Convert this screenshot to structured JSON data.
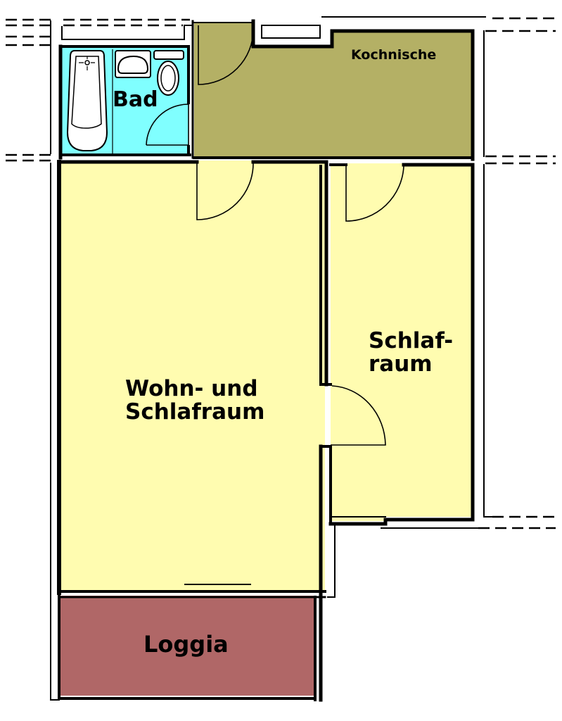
{
  "plan": {
    "colors": {
      "bad": "#80FFFF",
      "kochnische": "#B4B065",
      "wohnraum": "#FFFCB0",
      "schlafraum": "#FFFCB0",
      "loggia": "#B06767",
      "walls": "#000000",
      "background": "#FFFFFF"
    },
    "rooms": {
      "bad": {
        "label": "Bad"
      },
      "kochnische": {
        "label": "Kochnische"
      },
      "wohnraum": {
        "line1": "Wohn- und",
        "line2": "Schlafraum"
      },
      "schlafraum": {
        "line1": "Schlaf-",
        "line2": "raum"
      },
      "loggia": {
        "label": "Loggia"
      }
    }
  }
}
